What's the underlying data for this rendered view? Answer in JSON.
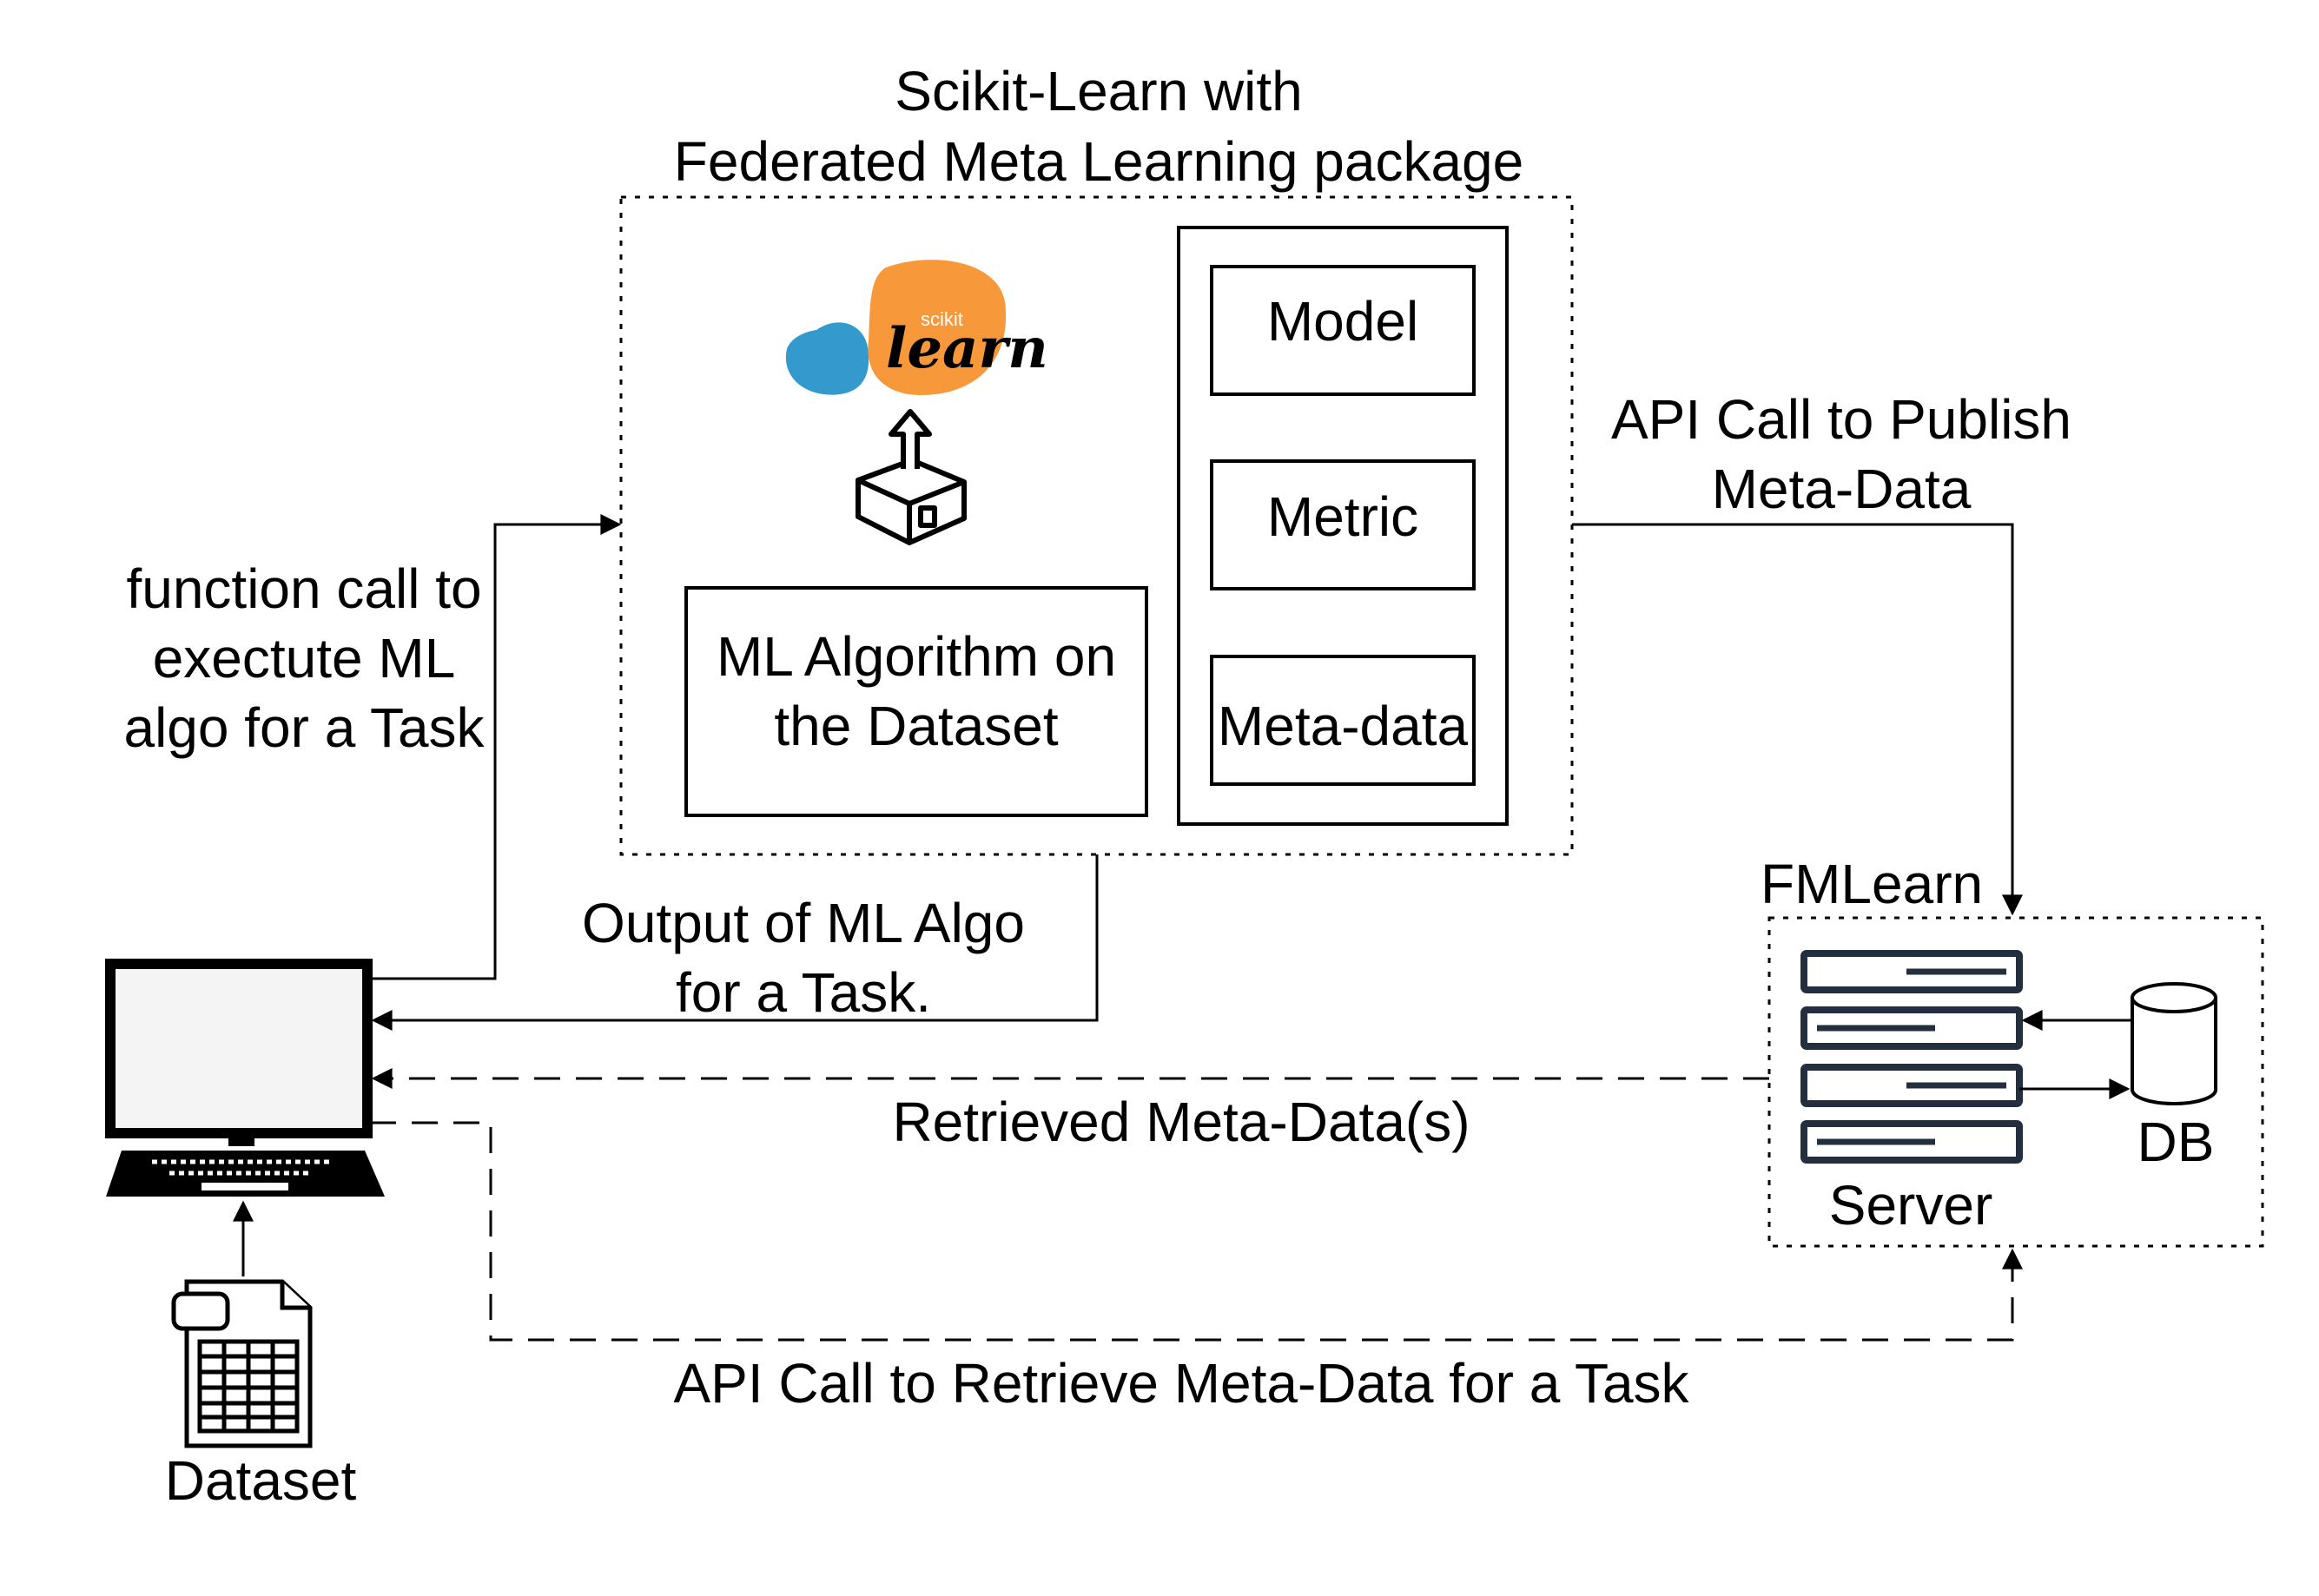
{
  "title": [
    "Scikit-Learn with",
    "Federated Meta Learning package"
  ],
  "logo": {
    "small_text": "scikit",
    "big_text": "learn",
    "colors": {
      "blue": "#3499cd",
      "orange": "#f7993b"
    }
  },
  "boxes": {
    "ml_algorithm": [
      "ML Algorithm on",
      "the Dataset"
    ],
    "model": "Model",
    "metric": "Metric",
    "meta_data": "Meta-data"
  },
  "labels": {
    "function_call": [
      "function call to",
      "exectute ML",
      "algo for a Task"
    ],
    "output": [
      "Output of ML Algo",
      "for a Task."
    ],
    "api_publish": [
      "API Call to Publish",
      "Meta-Data"
    ],
    "retrieved": "Retrieved Meta-Data(s)",
    "api_retrieve": "API Call to Retrieve Meta-Data for a Task",
    "dataset": "Dataset",
    "fmlearn": "FMLearn",
    "server": "Server",
    "db": "DB"
  },
  "icons": [
    "box-upload-icon",
    "computer-icon",
    "dataset-file-icon",
    "server-rack-icon",
    "database-icon"
  ],
  "colors": {
    "server": "#232f3e",
    "stroke": "#000000"
  }
}
